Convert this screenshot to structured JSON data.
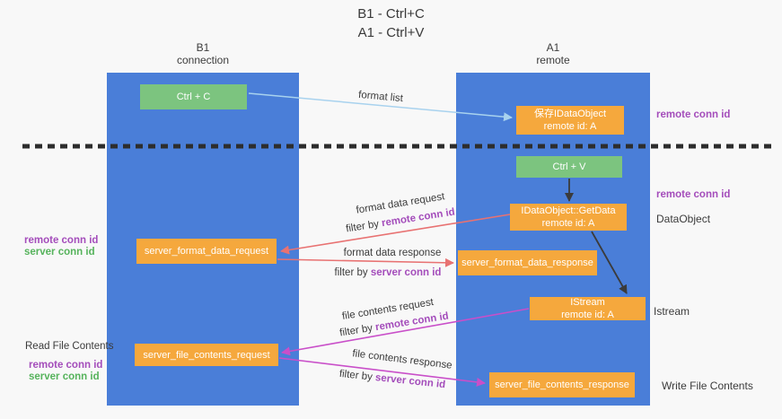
{
  "title": {
    "line1": "B1 - Ctrl+C",
    "line2": "A1 - Ctrl+V"
  },
  "columns": {
    "left": {
      "name": "B1",
      "role": "connection"
    },
    "right": {
      "name": "A1",
      "role": "remote"
    }
  },
  "boxes": {
    "ctrl_c": {
      "label": "Ctrl + C"
    },
    "save_idataobject": {
      "line1": "保存IDataObject",
      "line2": "remote id: A"
    },
    "ctrl_v": {
      "label": "Ctrl + V"
    },
    "getdata": {
      "line1": "IDataObject::GetData",
      "line2": "remote id: A"
    },
    "format_request": {
      "label": "server_format_data_request"
    },
    "format_response": {
      "label": "server_format_data_response"
    },
    "istream": {
      "line1": "IStream",
      "line2": "remote id: A"
    },
    "file_request": {
      "label": "server_file_contents_request"
    },
    "file_response": {
      "label": "server_file_contents_response"
    }
  },
  "edge_labels": {
    "format_list": "format list",
    "format_data_request": "format data request",
    "format_data_response": "format data response",
    "file_contents_request": "file contents request",
    "file_contents_response": "file contents response",
    "filter_by": "filter by ",
    "remote_conn_id": "remote conn id",
    "server_conn_id": "server conn id"
  },
  "side_labels": {
    "remote_conn_id": "remote conn id",
    "server_conn_id": "server conn id",
    "dataobject": "DataObject",
    "istream": "Istream",
    "read_file_contents": "Read File Contents",
    "write_file_contents": "Write File Contents"
  },
  "colors": {
    "column_blue": "#4a7ed8",
    "box_green": "#7cc47f",
    "box_orange": "#f5a83d",
    "arrow_light_blue": "#a8d2ee",
    "arrow_salmon": "#e87272",
    "arrow_magenta": "#c94fc9",
    "arrow_black": "#3b3b3b",
    "divider_dark": "#2d2d2d",
    "text_purple": "#a44dbb",
    "text_green": "#56b35c"
  }
}
